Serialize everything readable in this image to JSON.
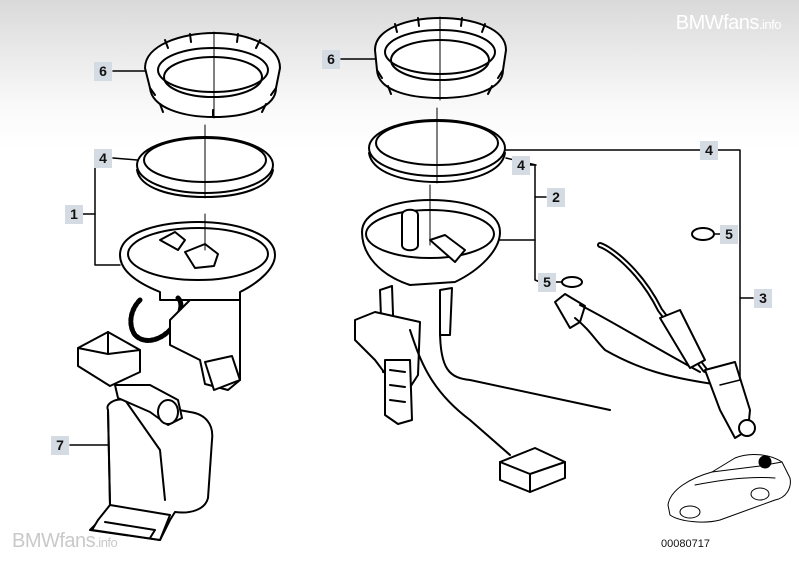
{
  "watermark_top": {
    "brand": "BMWfans",
    "suffix": ".info"
  },
  "watermark_bottom": {
    "brand": "BMWfans",
    "suffix": ".info"
  },
  "diagram_id": "00080717",
  "callouts": {
    "c6_left": "6",
    "c6_right": "6",
    "c4_left": "4",
    "c4_right": "4",
    "c4_far": "4",
    "c1": "1",
    "c2": "2",
    "c3": "3",
    "c5_mid": "5",
    "c5_right": "5",
    "c7": "7"
  },
  "colors": {
    "callout_bg": "#d5dbe3",
    "line": "#000000"
  }
}
